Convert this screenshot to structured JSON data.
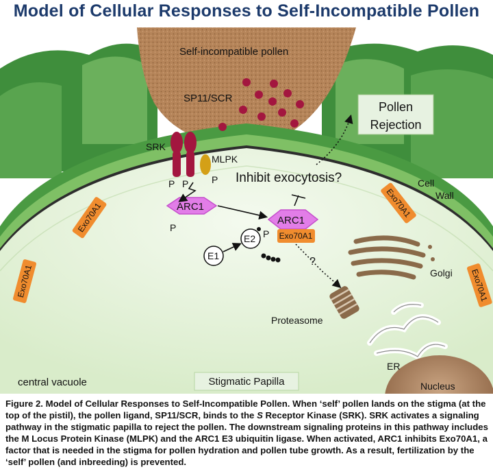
{
  "title": "Model of Cellular Responses to Self-Incompatible Pollen",
  "labels": {
    "pollen": "Self-incompatible pollen",
    "sp11": "SP11/SCR",
    "srk": "SRK",
    "mlpk": "MLPK",
    "p": "P",
    "arc1": "ARC1",
    "exo70a1": "Exo70A1",
    "e1": "E1",
    "e2": "E2",
    "question": "?",
    "inhibit": "Inhibit exocytosis?",
    "pollen_rejection_line1": "Pollen",
    "pollen_rejection_line2": "Rejection",
    "cell": "Cell",
    "wall": "Wall",
    "golgi": "Golgi",
    "proteasome": "Proteasome",
    "er": "ER",
    "nucleus": "Nucleus",
    "central_vacuole": "central vacuole",
    "stigmatic_papilla": "Stigmatic Papilla"
  },
  "caption": {
    "part1": "Figure 2. Model of Cellular Responses to Self-Incompatible Pollen.  When ‘self’ pollen lands on the stigma (at the top of the pistil), the pollen ligand, SP11/SCR, binds to the ",
    "italic_s": "S",
    "part2": " Receptor Kinase (SRK).  SRK activates a signaling pathway in the stigmatic papilla to reject the pollen.  The downstream signaling proteins in this pathway includes the M Locus Protein Kinase (MLPK) and the ARC1 E3 ubiquitin ligase. When activated, ARC1 inhibits Exo70A1, a factor that is needed in the stigma for pollen hydration and pollen tube growth.  As a result, fertilization by the ‘self’ pollen (and inbreeding) is prevented."
  },
  "colors": {
    "title": "#1c3a6b",
    "green_dark": "#3c8a3a",
    "green_wall": "#5daa4f",
    "green_light": "#8bc96e",
    "cytoplasm": "#e8f3df",
    "pollen": "#b07e56",
    "srk": "#a3163f",
    "mlpk": "#d4a017",
    "arc1": "#e27de8",
    "exo70a1": "#f08c2e",
    "golgi": "#8a6a4a"
  }
}
